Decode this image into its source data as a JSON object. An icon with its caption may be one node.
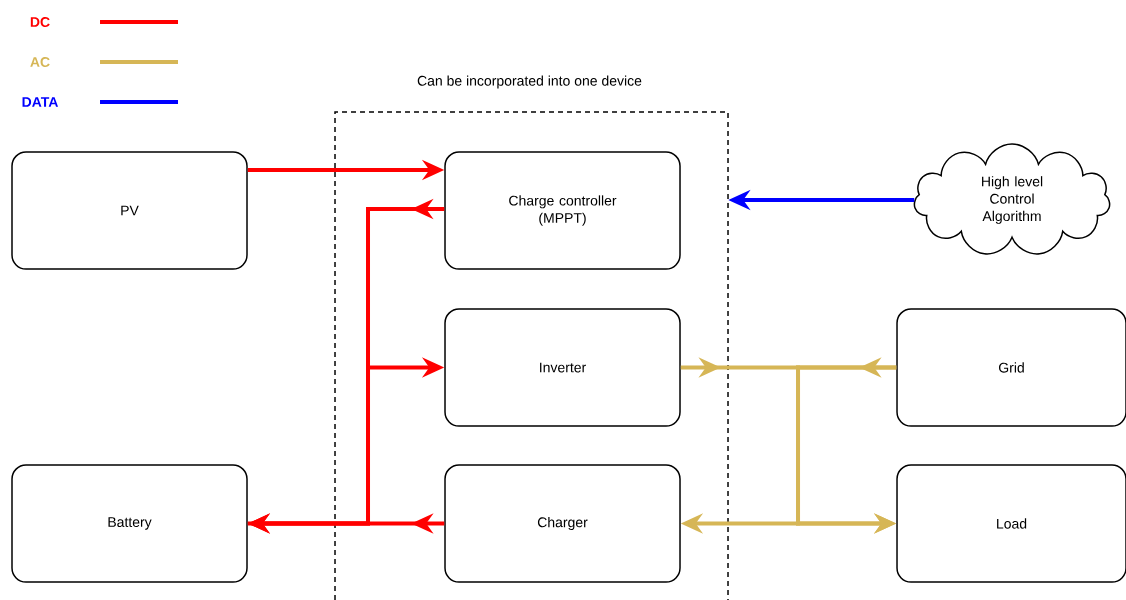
{
  "diagram": {
    "nodes": [
      {
        "text": [
          "PV"
        ]
      },
      {
        "text": [
          "Can be incorporated into one device"
        ]
      },
      {
        "text": [
          "Charge controller (MPPT)"
        ],
        "in": 1
      },
      {
        "text": [
          "Inverter"
        ],
        "in": 1
      },
      {
        "text": [
          "Charger"
        ],
        "in": 1
      },
      {
        "text": [
          "High level Control Algorithm"
        ]
      },
      {
        "text": [
          "Grid"
        ]
      },
      {
        "text": [
          "Battery"
        ]
      },
      {
        "text": [
          "Load"
        ]
      }
    ],
    "edges": [
      {
        "from": 0,
        "to": 2,
        "arrow": "to"
      },
      {
        "from": 2,
        "to": 7,
        "arrow": "to"
      },
      {
        "from": 7,
        "to": 3,
        "arrow": "to"
      },
      {
        "from": 4,
        "to": 7,
        "arrow": "to"
      },
      {
        "from": 3,
        "to": 8,
        "arrow": "to",
        "color": "#d6b656"
      },
      {
        "from": 6,
        "to": 4,
        "arrow": "to",
        "color": "#d6b656"
      },
      {
        "from": 6,
        "to": 8,
        "arrow": "to",
        "color": "#d6b656"
      },
      {
        "from": 5,
        "to": 1,
        "arrow": "to",
        "color": "#0000ff"
      }
    ],
    "legend": [
      {
        "text": "DC"
      },
      {
        "text": "AC"
      },
      {
        "text": "DATA"
      }
    ]
  }
}
